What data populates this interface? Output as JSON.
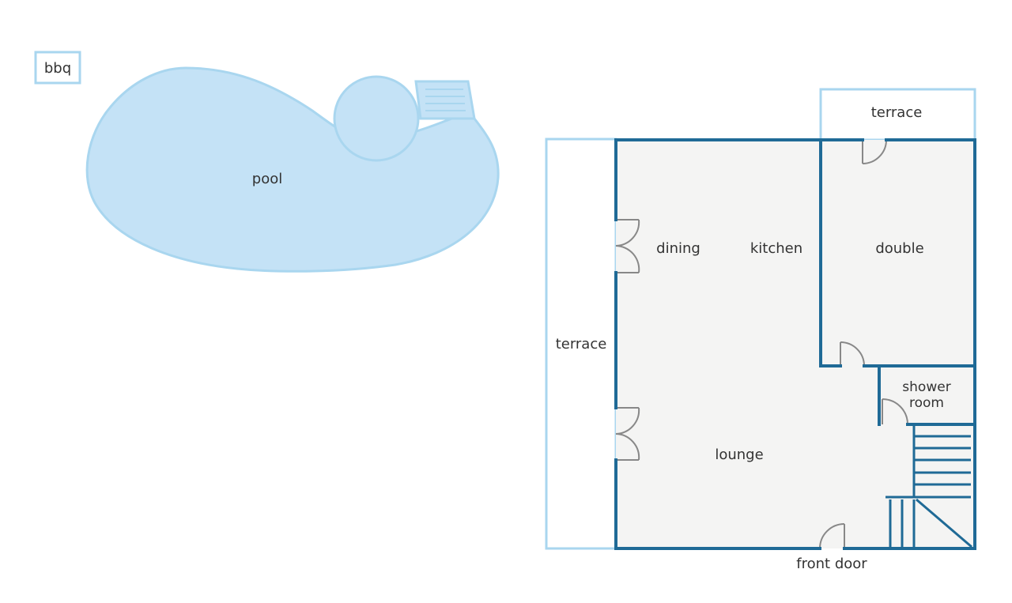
{
  "colors": {
    "wall": "#1f6a96",
    "outdoor_line": "#a9d6ef",
    "pool_fill": "#c4e2f6",
    "floor_fill": "#f4f4f3",
    "door_line": "#888888",
    "label_text": "#333333"
  },
  "labels": {
    "bbq": "bbq",
    "pool": "pool",
    "terrace_top": "terrace",
    "terrace_left": "terrace",
    "dining": "dining",
    "kitchen": "kitchen",
    "double": "double",
    "shower_room_line1": "shower",
    "shower_room_line2": "room",
    "lounge": "lounge",
    "front_door": "front door"
  }
}
